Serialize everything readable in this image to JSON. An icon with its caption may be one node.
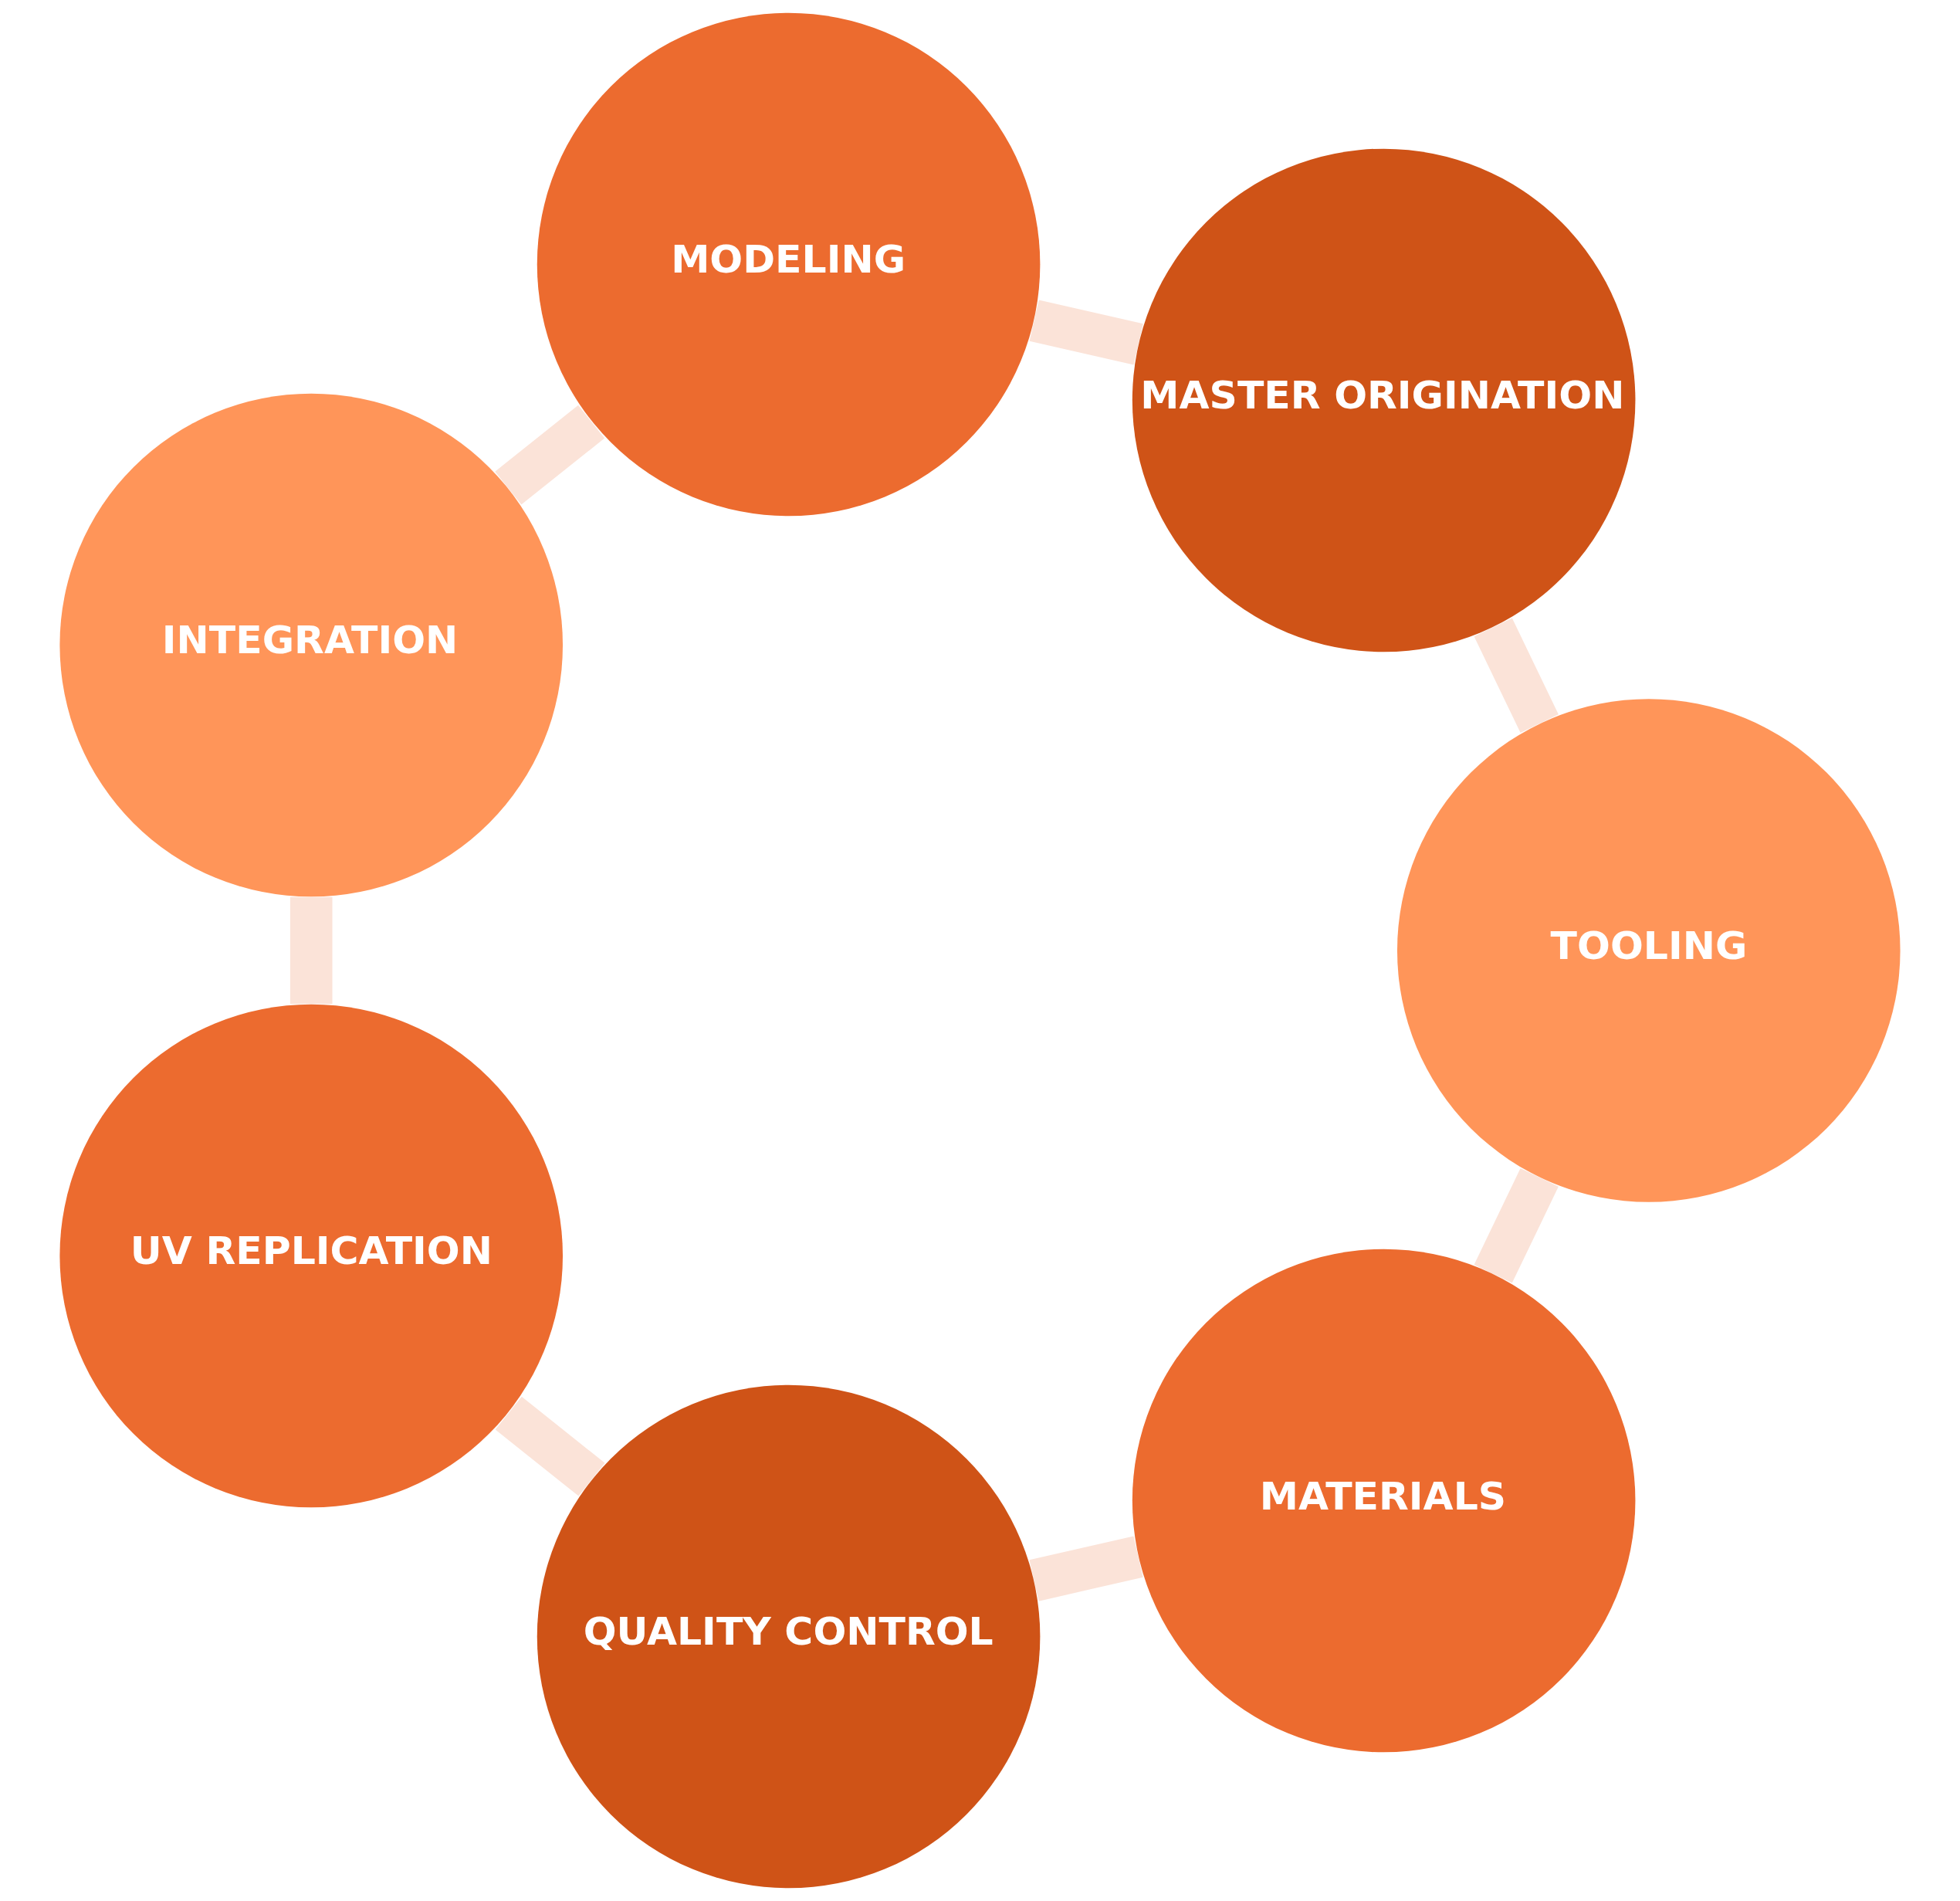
{
  "diagram": {
    "nodes": [
      {
        "text": [
          "MODELING"
        ]
      },
      {
        "text": [
          "MASTER ORIGINATION"
        ]
      },
      {
        "text": [
          "TOOLING"
        ]
      },
      {
        "text": [
          "MATERIALS"
        ]
      },
      {
        "text": [
          "QUALITY CONTROL"
        ]
      },
      {
        "text": [
          "UV REPLICATION"
        ]
      },
      {
        "text": [
          "INTEGRATION"
        ]
      }
    ],
    "edges": [
      {
        "from": 0,
        "to": 1,
        "arrow": "none"
      },
      {
        "from": 1,
        "to": 2,
        "arrow": "none"
      },
      {
        "from": 2,
        "to": 3,
        "arrow": "none"
      },
      {
        "from": 3,
        "to": 4,
        "arrow": "none"
      },
      {
        "from": 4,
        "to": 5,
        "arrow": "none"
      },
      {
        "from": 5,
        "to": 6,
        "arrow": "none"
      },
      {
        "from": 6,
        "to": 0,
        "arrow": "none"
      }
    ]
  }
}
